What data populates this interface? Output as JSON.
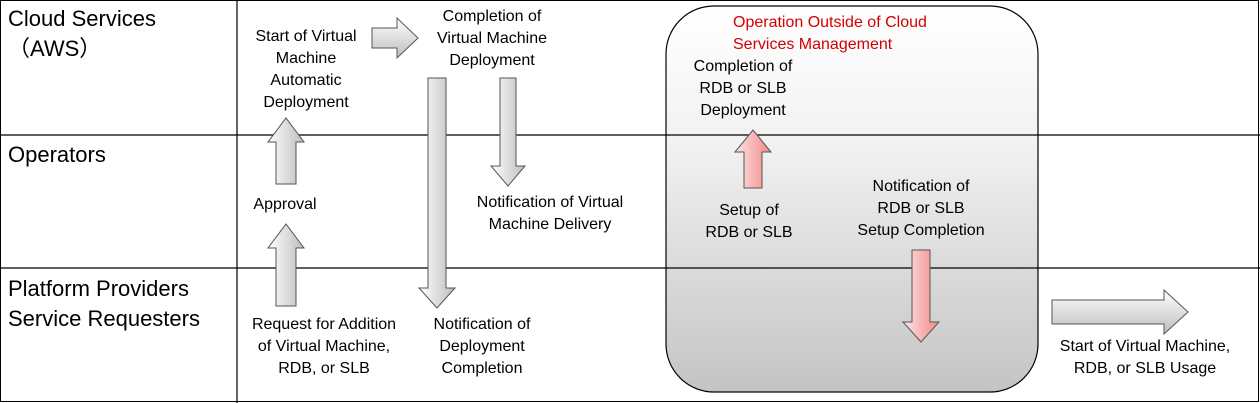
{
  "lanes": [
    {
      "label": "Cloud Services\n（AWS）"
    },
    {
      "label": "Operators"
    },
    {
      "label": "Platform Providers\nService Requesters"
    }
  ],
  "labels": {
    "start_vm_deploy": "Start of Virtual\nMachine\nAutomatic\nDeployment",
    "completion_vm_deploy": "Completion of\nVirtual Machine\nDeployment",
    "outside_mgmt": "Operation Outside of Cloud\nServices Management",
    "completion_rdb": "Completion of\nRDB or SLB\nDeployment",
    "approval": "Approval",
    "notify_vm_delivery": "Notification of Virtual\nMachine Delivery",
    "setup_rdb": "Setup of\nRDB or SLB",
    "notify_rdb_setup": "Notification of\nRDB or SLB\nSetup Completion",
    "request_addition": "Request for Addition\nof Virtual Machine,\nRDB, or SLB",
    "notify_deploy_completion": "Notification of\nDeployment\nCompletion",
    "start_usage": "Start of Virtual Machine,\nRDB, or SLB Usage"
  },
  "colors": {
    "highlight_text": "#d40000",
    "red_arrow_fill": "#f4a0a0",
    "gray_arrow_fill": "#d8d8d8"
  },
  "icons": {
    "gray_arrow": "block-arrow-gray",
    "red_arrow": "block-arrow-red"
  }
}
